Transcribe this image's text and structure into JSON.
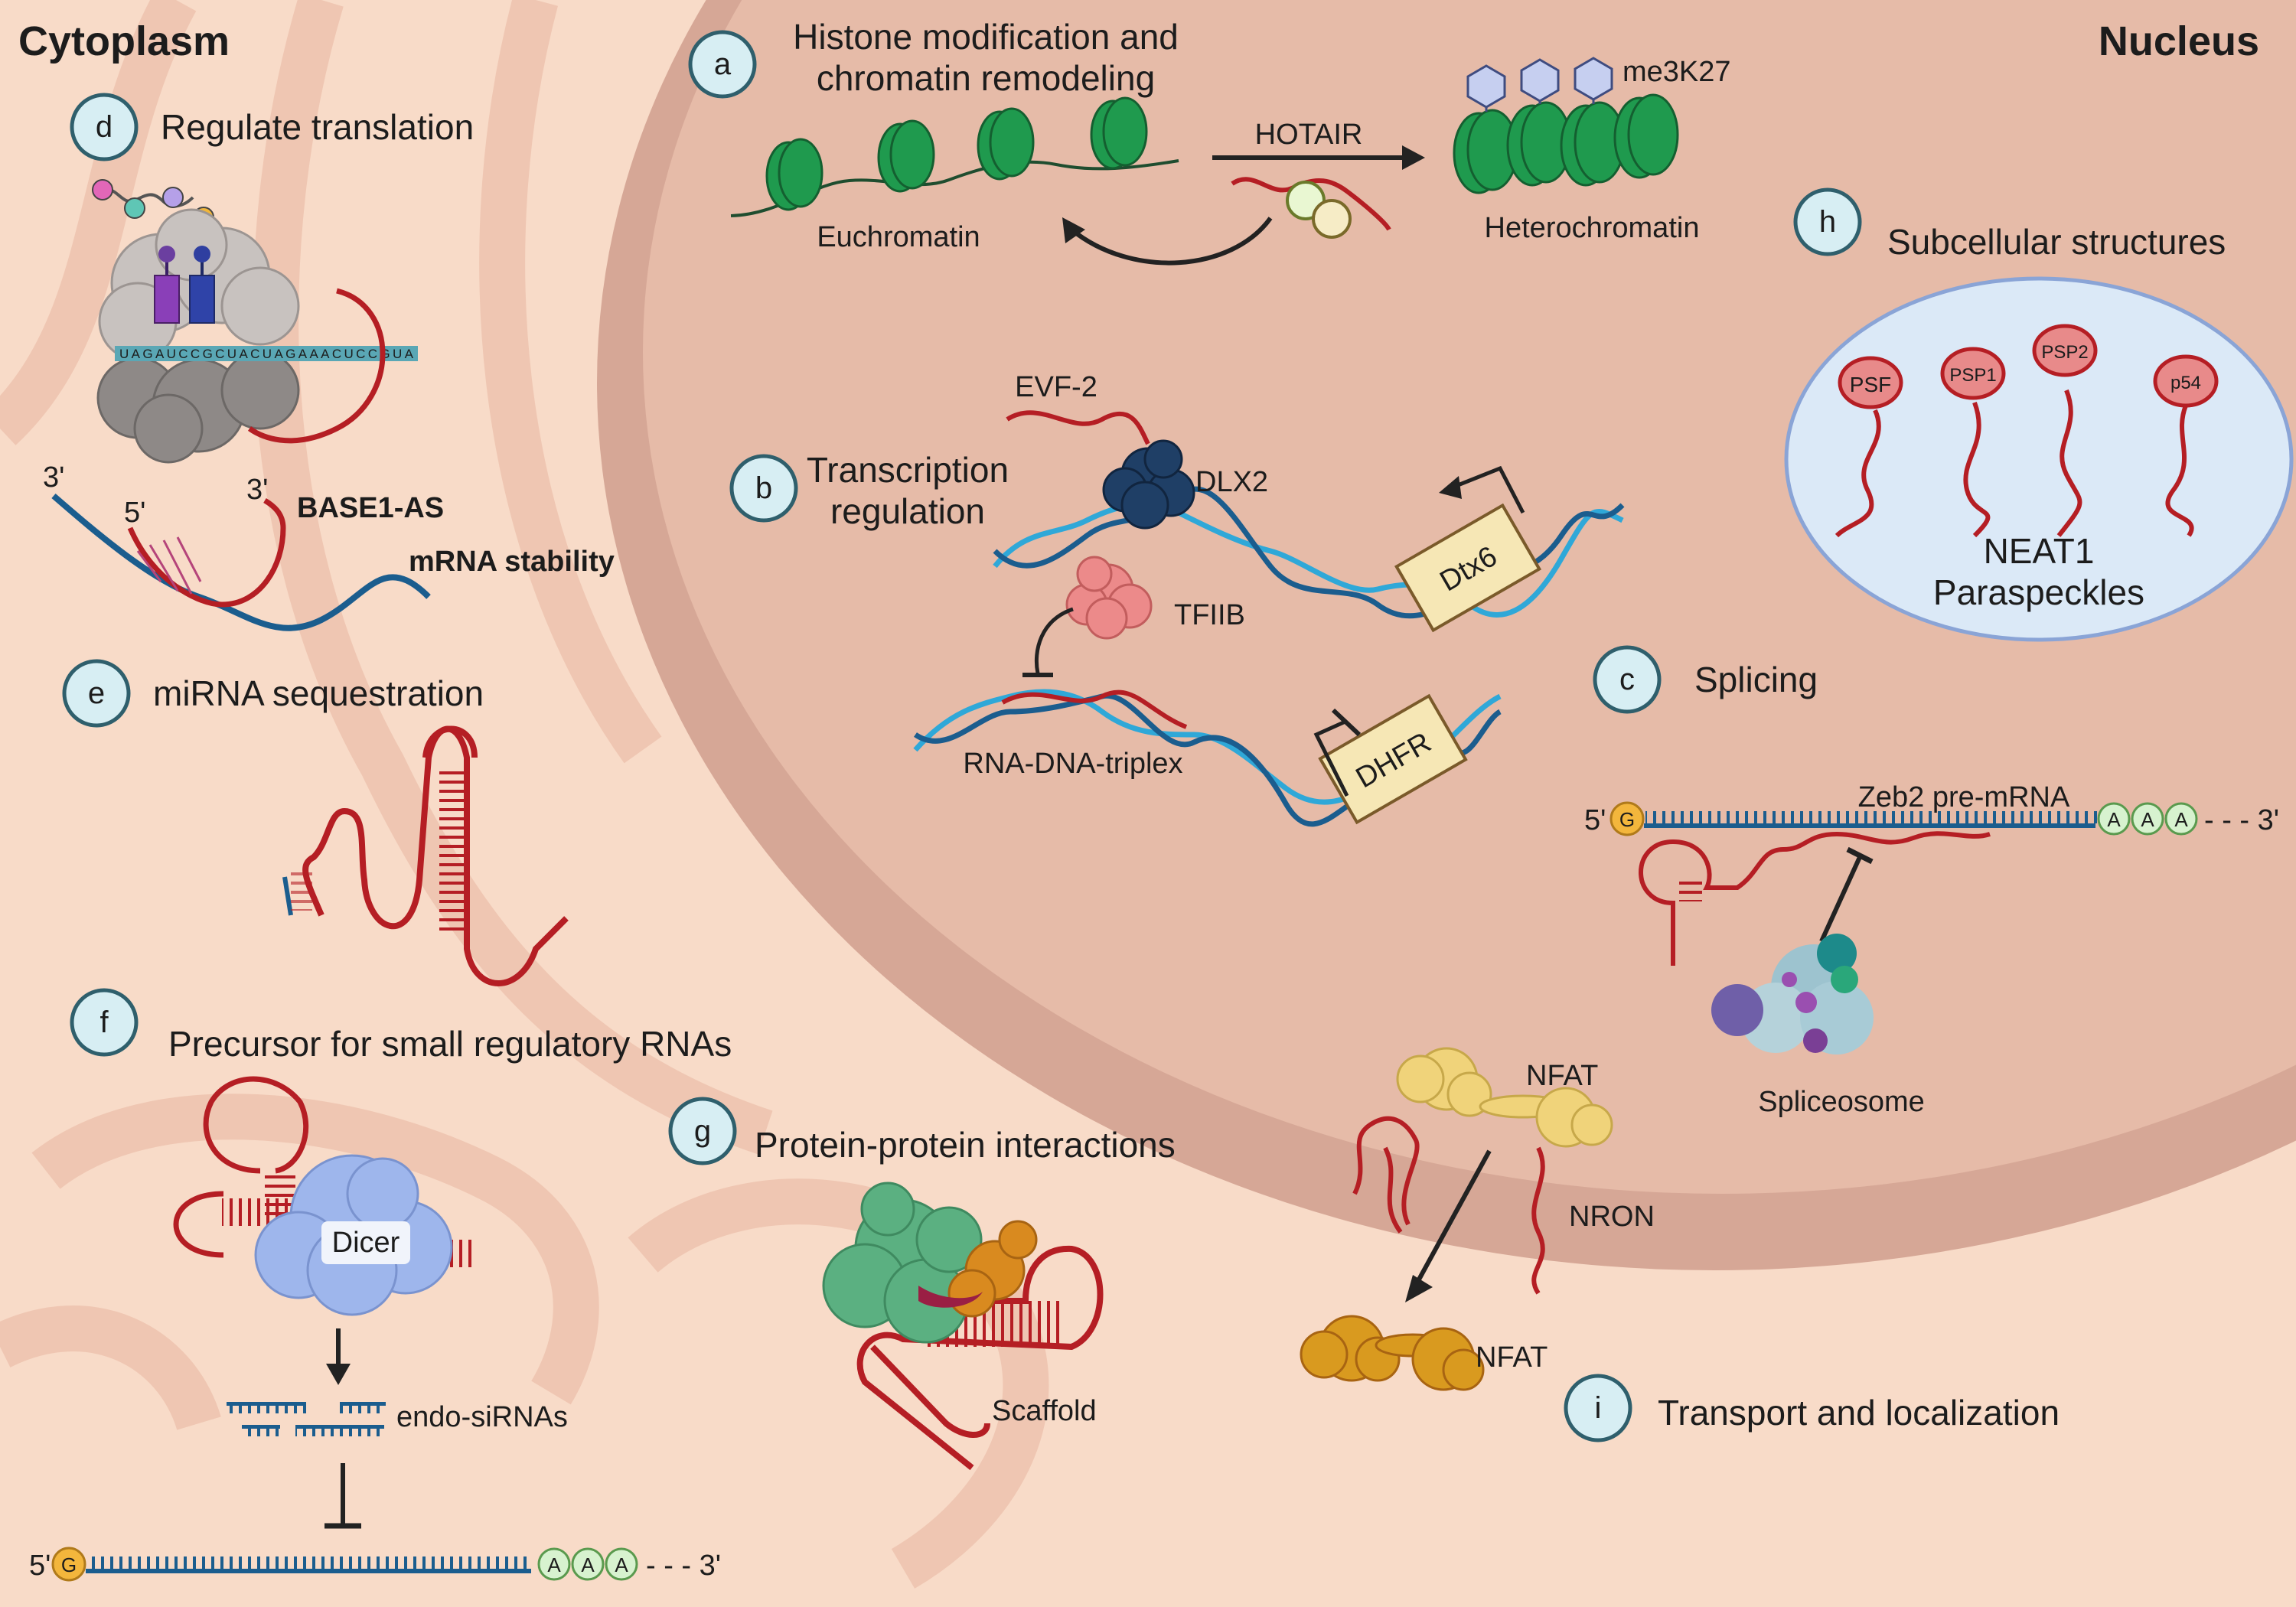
{
  "regions": {
    "cytoplasm": "Cytoplasm",
    "nucleus": "Nucleus"
  },
  "panels": {
    "a": {
      "letter": "a",
      "title_line1": "Histone modification and",
      "title_line2": "chromatin remodeling",
      "euchromatin": "Euchromatin",
      "hotair": "HOTAIR",
      "me3k27": "me3K27",
      "heterochromatin": "Heterochromatin"
    },
    "b": {
      "letter": "b",
      "title_line1": "Transcription",
      "title_line2": "regulation",
      "evf2": "EVF-2",
      "dlx2": "DLX2",
      "tfiib": "TFIIB",
      "dtx6": "Dtx6",
      "triplex": "RNA-DNA-triplex",
      "dhfr": "DHFR"
    },
    "c": {
      "letter": "c",
      "title": "Splicing",
      "zeb2": "Zeb2 pre-mRNA",
      "five": "5'",
      "three": "- - - 3'",
      "g": "G",
      "a": "A",
      "spliceosome": "Spliceosome"
    },
    "d": {
      "letter": "d",
      "title": "Regulate translation",
      "three_a": "3'",
      "five": "5'",
      "three_b": "3'",
      "base1": "BASE1-AS",
      "stability": "mRNA stability",
      "codons": "UAGAUCCGCUACUAGAAACUCCGUA"
    },
    "e": {
      "letter": "e",
      "title": "miRNA sequestration"
    },
    "f": {
      "letter": "f",
      "title": "Precursor for small regulatory RNAs",
      "dicer": "Dicer",
      "endo": "endo-siRNAs",
      "five": "5'",
      "g": "G",
      "a": "A",
      "three": "- - - 3'"
    },
    "g": {
      "letter": "g",
      "title": "Protein-protein interactions",
      "scaffold": "Scaffold"
    },
    "h": {
      "letter": "h",
      "title": "Subcellular structures",
      "psf": "PSF",
      "psp1": "PSP1",
      "psp2": "PSP2",
      "p54": "p54",
      "neat1_line1": "NEAT1",
      "neat1_line2": "Paraspeckles"
    },
    "i": {
      "letter": "i",
      "title": "Transport and localization",
      "nfat_top": "NFAT",
      "nron": "NRON",
      "nfat_bottom": "NFAT"
    }
  },
  "colors": {
    "cytoplasm": "#f8dbc8",
    "fold": "#efc6b2",
    "nucleus_envelope": "#d6a796",
    "nucleus": "#e6bba8",
    "rna": "#b51e24",
    "dna_light": "#2fa8d8",
    "dna_dark": "#1b5d8e",
    "nucleosome": "#1f9a4e",
    "badge_fill": "#d7eef3",
    "badge_stroke": "#2f5f6c"
  }
}
